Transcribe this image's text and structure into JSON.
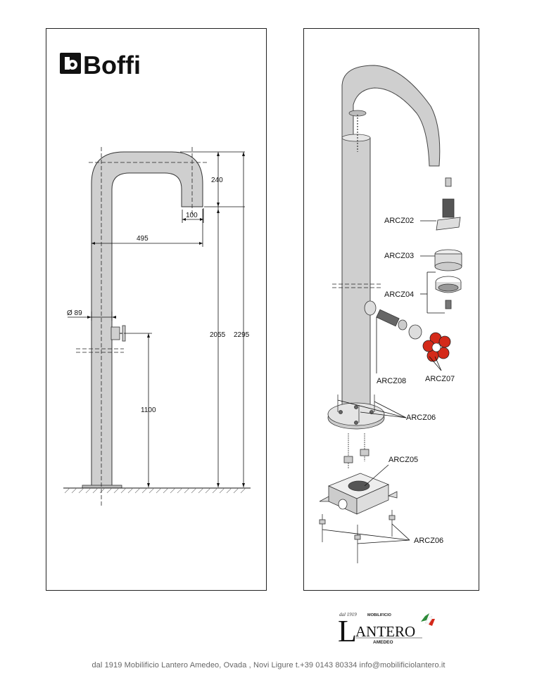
{
  "brand": {
    "name": "Boffi",
    "mark": "b"
  },
  "left_drawing": {
    "dimensions": {
      "top_height": "240",
      "spout_reach": "100",
      "width": "495",
      "diameter": "Ø 89",
      "handle_height": "1100",
      "outlet_height": "2055",
      "total_height": "2295"
    }
  },
  "right_drawing": {
    "parts": [
      {
        "code": "ARCZ02"
      },
      {
        "code": "ARCZ03"
      },
      {
        "code": "ARCZ04"
      },
      {
        "code": "ARCZ08"
      },
      {
        "code": "ARCZ07"
      },
      {
        "code": "ARCZ06"
      },
      {
        "code": "ARCZ05"
      },
      {
        "code": "ARCZ06"
      }
    ]
  },
  "dealer_logo": {
    "since": "dal 1919",
    "tag": "MOBILIFICIO",
    "name": "LANTERO",
    "sub": "AMEDEO"
  },
  "footer": {
    "text": "dal 1919 Mobilificio Lantero Amedeo,    Ovada , Novi Ligure  t.+39 0143 80334    info@mobilificiolantero.it"
  },
  "colors": {
    "pipe_fill": "#cfcfcf",
    "handle_red": "#d42a1a",
    "line": "#111111"
  }
}
